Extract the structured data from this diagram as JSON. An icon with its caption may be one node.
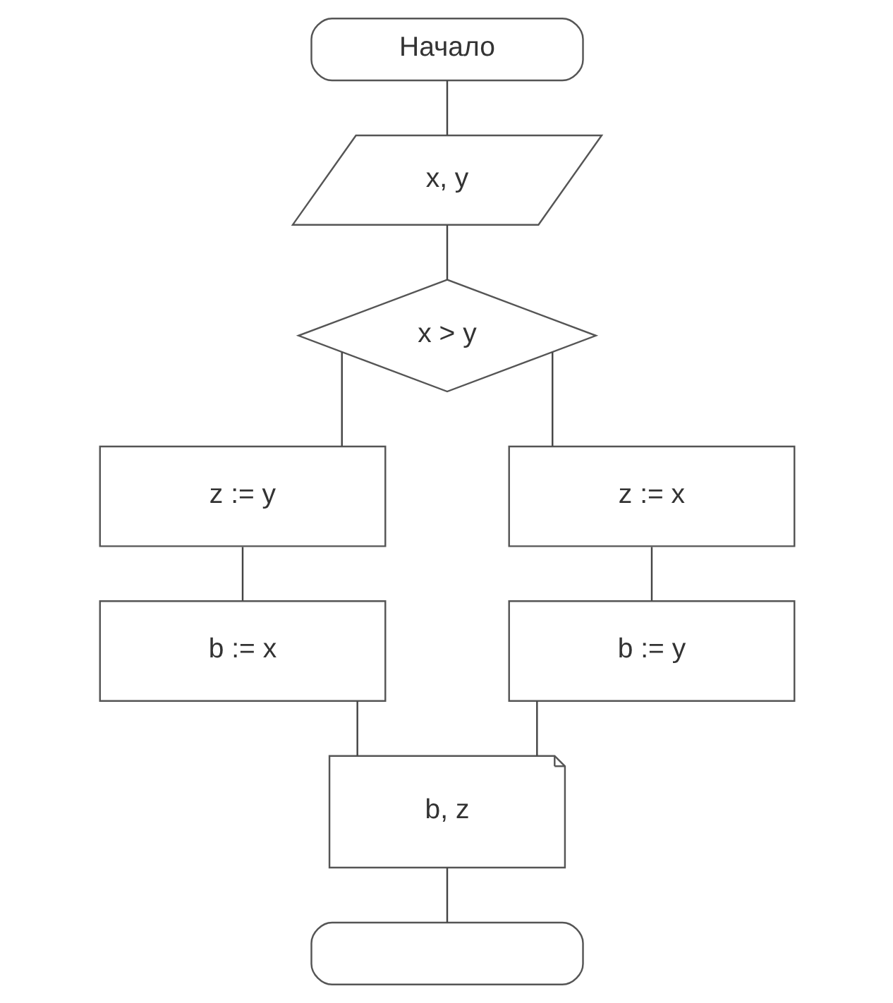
{
  "diagram": {
    "nodes": [
      {
        "text": [
          "Начало"
        ]
      },
      {
        "text": [
          "x, y"
        ]
      },
      {
        "text": [
          "x > y"
        ]
      },
      {
        "text": [
          "z := y"
        ]
      },
      {
        "text": [
          "b := x"
        ]
      },
      {
        "text": [
          "z := x"
        ]
      },
      {
        "text": [
          "b := y"
        ]
      },
      {
        "text": [
          "b, z"
        ]
      },
      {
        "text": [],
        "shape": "terminal"
      }
    ],
    "edges": [
      {
        "from": 0,
        "to": 1,
        "arrow": "none"
      },
      {
        "from": 1,
        "to": 2,
        "arrow": "none"
      },
      {
        "from": 2,
        "to": 3,
        "arrow": "none"
      },
      {
        "from": 3,
        "to": 4,
        "arrow": "none"
      },
      {
        "from": 2,
        "to": 5,
        "arrow": "none"
      },
      {
        "from": 5,
        "to": 6,
        "arrow": "none"
      },
      {
        "from": 4,
        "to": 7,
        "arrow": "none"
      },
      {
        "from": 6,
        "to": 7,
        "arrow": "none"
      },
      {
        "from": 7,
        "to": 8,
        "arrow": "none"
      }
    ]
  }
}
